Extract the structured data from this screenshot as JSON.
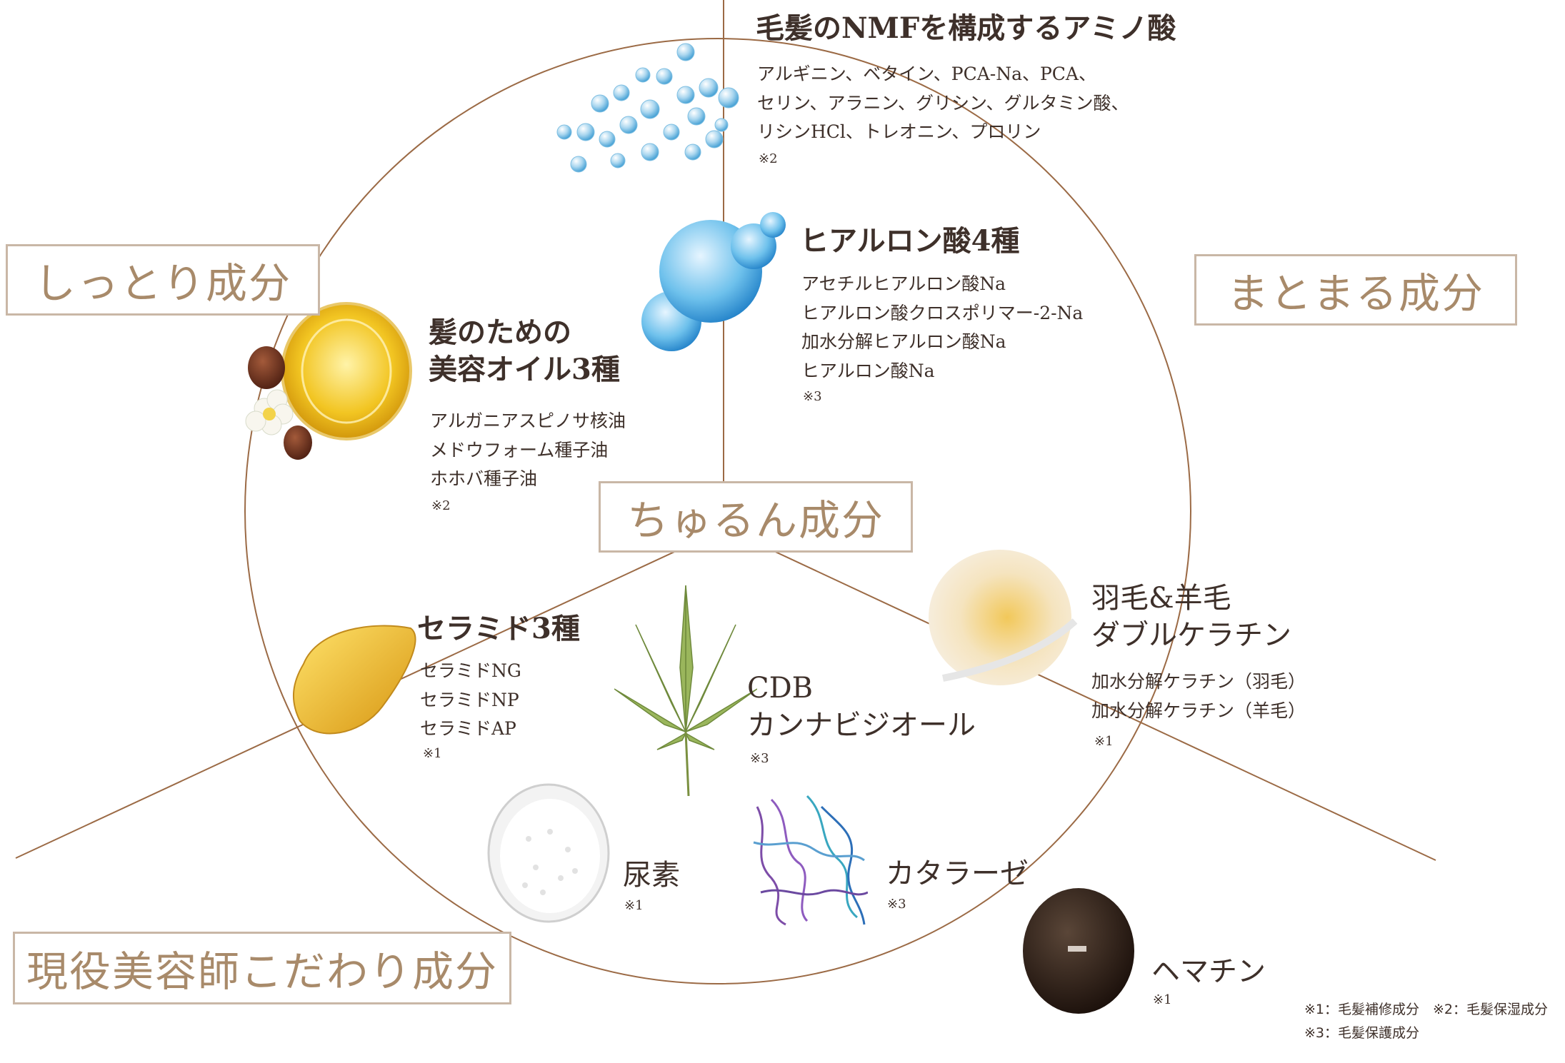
{
  "categories": {
    "shittori": "しっとり成分",
    "matomaru": "まとまる成分",
    "churun": "ちゅるん成分",
    "biyoushi": "現役美容師こだわり成分"
  },
  "groups": {
    "nmf": {
      "title": "毛髪のNMFを構成するアミノ酸",
      "lines": [
        "アルギニン、ベタイン、PCA-Na、PCA、",
        "セリン、アラニン、グリシン、グルタミン酸、",
        "リシンHCl、トレオニン、プロリン"
      ],
      "note": "※2"
    },
    "hyaluronic": {
      "title": "ヒアルロン酸4種",
      "lines": [
        "アセチルヒアルロン酸Na",
        "ヒアルロン酸クロスポリマー-2-Na",
        "加水分解ヒアルロン酸Na",
        "ヒアルロン酸Na"
      ],
      "note": "※3"
    },
    "oil": {
      "title_lines": [
        "髪のための",
        "美容オイル3種"
      ],
      "lines": [
        "アルガニアスピノサ核油",
        "メドウフォーム種子油",
        "ホホバ種子油"
      ],
      "note": "※2"
    },
    "ceramide": {
      "title": "セラミド3種",
      "lines": [
        "セラミドNG",
        "セラミドNP",
        "セラミドAP"
      ],
      "note": "※1"
    },
    "cbd": {
      "title_lines": [
        "CDB",
        "カンナビジオール"
      ],
      "note": "※3"
    },
    "keratin": {
      "title_lines": [
        "羽毛&羊毛",
        "ダブルケラチン"
      ],
      "lines": [
        "加水分解ケラチン（羽毛）",
        "加水分解ケラチン（羊毛）"
      ],
      "note": "※1"
    },
    "urea": {
      "title": "尿素",
      "note": "※1"
    },
    "catalase": {
      "title": "カタラーゼ",
      "note": "※3"
    },
    "hematin": {
      "title": "ヘマチン",
      "note": "※1"
    }
  },
  "legend": {
    "line1": "※1：毛髪補修成分　※2：毛髪保湿成分",
    "line2": "※3：毛髪保護成分"
  },
  "colors": {
    "line": "#9b6a45",
    "category_text": "#a88a6a",
    "category_border": "#c9b7a6",
    "text": "#3e302a"
  }
}
